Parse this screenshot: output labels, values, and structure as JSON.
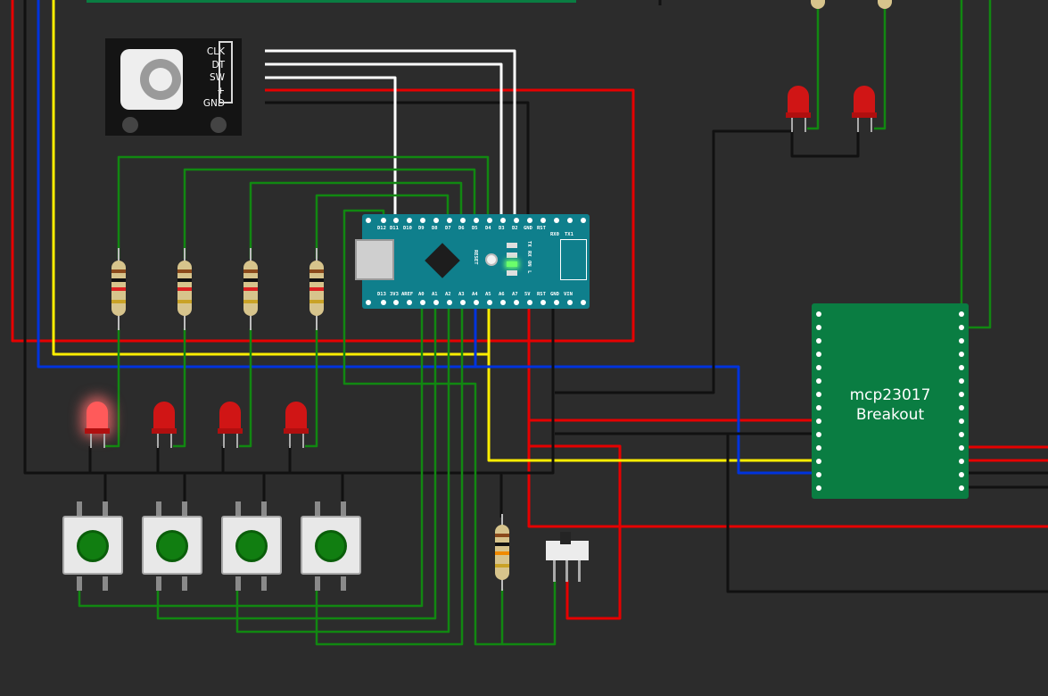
{
  "encoder": {
    "pin_labels": [
      "CLK",
      "DT",
      "SW",
      "+",
      "GND"
    ]
  },
  "arduino": {
    "top_pins": [
      "D12",
      "D11",
      "D10",
      "D9",
      "D8",
      "D7",
      "D6",
      "D5",
      "D4",
      "D3",
      "D2",
      "GND",
      "RST",
      "RX0",
      "TX1"
    ],
    "bottom_pins": [
      "D13",
      "3V3",
      "AREF",
      "A0",
      "A1",
      "A2",
      "A3",
      "A4",
      "A5",
      "A6",
      "A7",
      "5V",
      "RST",
      "GND",
      "VIN"
    ],
    "reset_label": "RESET",
    "led_labels": [
      "TX",
      "RX",
      "ON",
      "L"
    ]
  },
  "mcp": {
    "title_line1": "mcp23017",
    "title_line2": "Breakout"
  },
  "colors": {
    "background": "#2c2c2c",
    "wire_red": "#e60000",
    "wire_black": "#111111",
    "wire_yellow": "#ffee00",
    "wire_blue": "#0033dd",
    "wire_green": "#118811",
    "wire_white": "#ffffff",
    "arduino_board": "#0f7f8c",
    "mcp_board": "#0a7d42"
  }
}
